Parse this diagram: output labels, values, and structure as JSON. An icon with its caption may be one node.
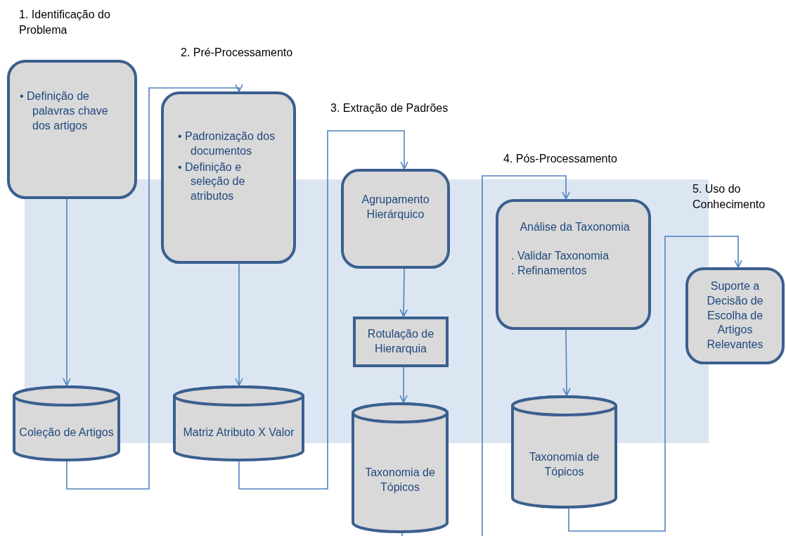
{
  "diagram": {
    "nodes": [
      {
        "text": [
          "• Definição de palavras chave dos artigos"
        ]
      },
      {
        "text": [
          "Coleção de Artigos"
        ]
      },
      {
        "text": [
          "• Padronização dos documentos",
          "• Definição e seleção de atributos"
        ]
      },
      {
        "text": [
          "Matriz Atributo X Valor"
        ]
      },
      {
        "text": [
          "Agrupamento Hierárquico"
        ]
      },
      {
        "text": [
          "Rotulação de Hierarquia"
        ]
      },
      {
        "text": [
          "Taxonomia de Tópicos"
        ]
      },
      {
        "text": [
          "Análise da Taxonomia",
          ". Validar Taxonomia",
          ". Refinamentos"
        ]
      },
      {
        "text": [
          "Taxonomia de Tópicos"
        ]
      },
      {
        "text": [
          "Suporte a Decisão de Escolha de Artigos Relevantes"
        ]
      }
    ],
    "edges": [
      {
        "from": 0,
        "to": 1,
        "arrow": "to"
      },
      {
        "from": 1,
        "to": 2,
        "arrow": "to"
      },
      {
        "from": 2,
        "to": 3,
        "arrow": "to"
      },
      {
        "from": 3,
        "to": 4,
        "arrow": "to"
      },
      {
        "from": 4,
        "to": 5,
        "arrow": "to"
      },
      {
        "from": 5,
        "to": 6,
        "arrow": "to"
      },
      {
        "from": 6,
        "to": 7,
        "arrow": "to"
      },
      {
        "from": 7,
        "to": 8,
        "arrow": "to"
      },
      {
        "from": 8,
        "to": 9,
        "arrow": "to"
      }
    ],
    "labels": [
      "1. Identificação do Problema",
      "2. Pré-Processamento",
      "3. Extração de Padrões",
      "4. Pós-Processamento",
      "5. Uso do Conhecimento"
    ]
  }
}
